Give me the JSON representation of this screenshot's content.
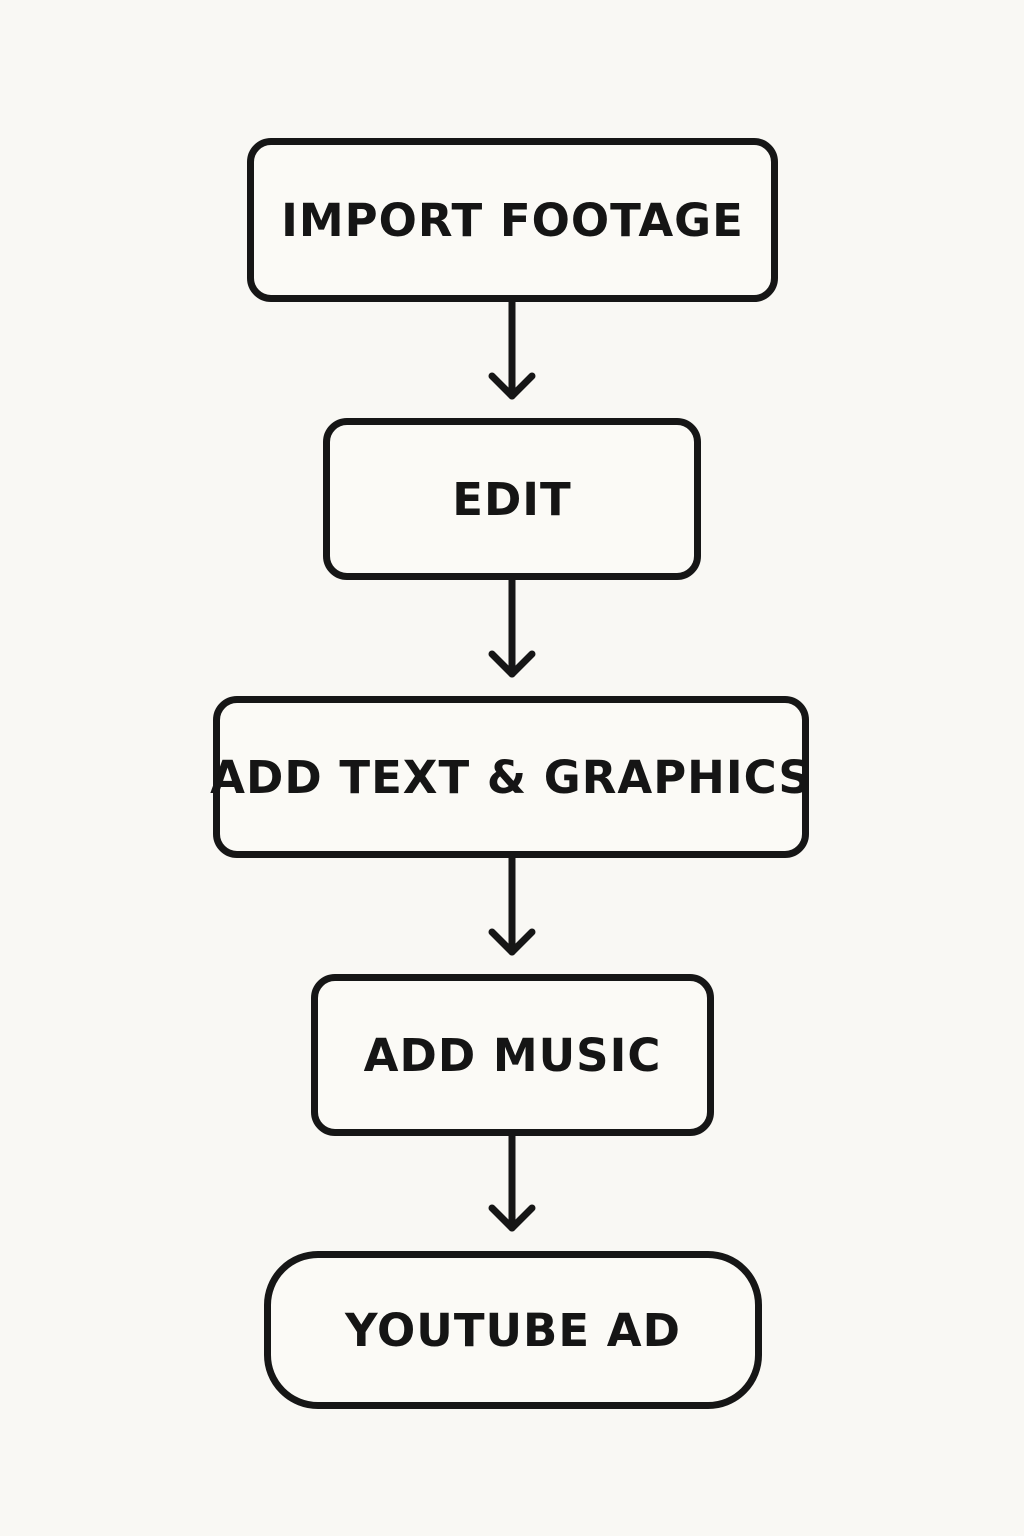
{
  "flowchart": {
    "steps": [
      {
        "label": "IMPORT FOOTAGE"
      },
      {
        "label": "EDIT"
      },
      {
        "label": "ADD TEXT & GRAPHICS"
      },
      {
        "label": "ADD MUSIC"
      },
      {
        "label": "YOUTUBE AD"
      }
    ],
    "edges": [
      {
        "from": "IMPORT FOOTAGE",
        "to": "EDIT"
      },
      {
        "from": "EDIT",
        "to": "ADD TEXT & GRAPHICS"
      },
      {
        "from": "ADD TEXT & GRAPHICS",
        "to": "ADD MUSIC"
      },
      {
        "from": "ADD MUSIC",
        "to": "YOUTUBE AD"
      }
    ],
    "colors": {
      "background": "#f9f8f4",
      "stroke": "#161616",
      "text": "#151515"
    }
  }
}
